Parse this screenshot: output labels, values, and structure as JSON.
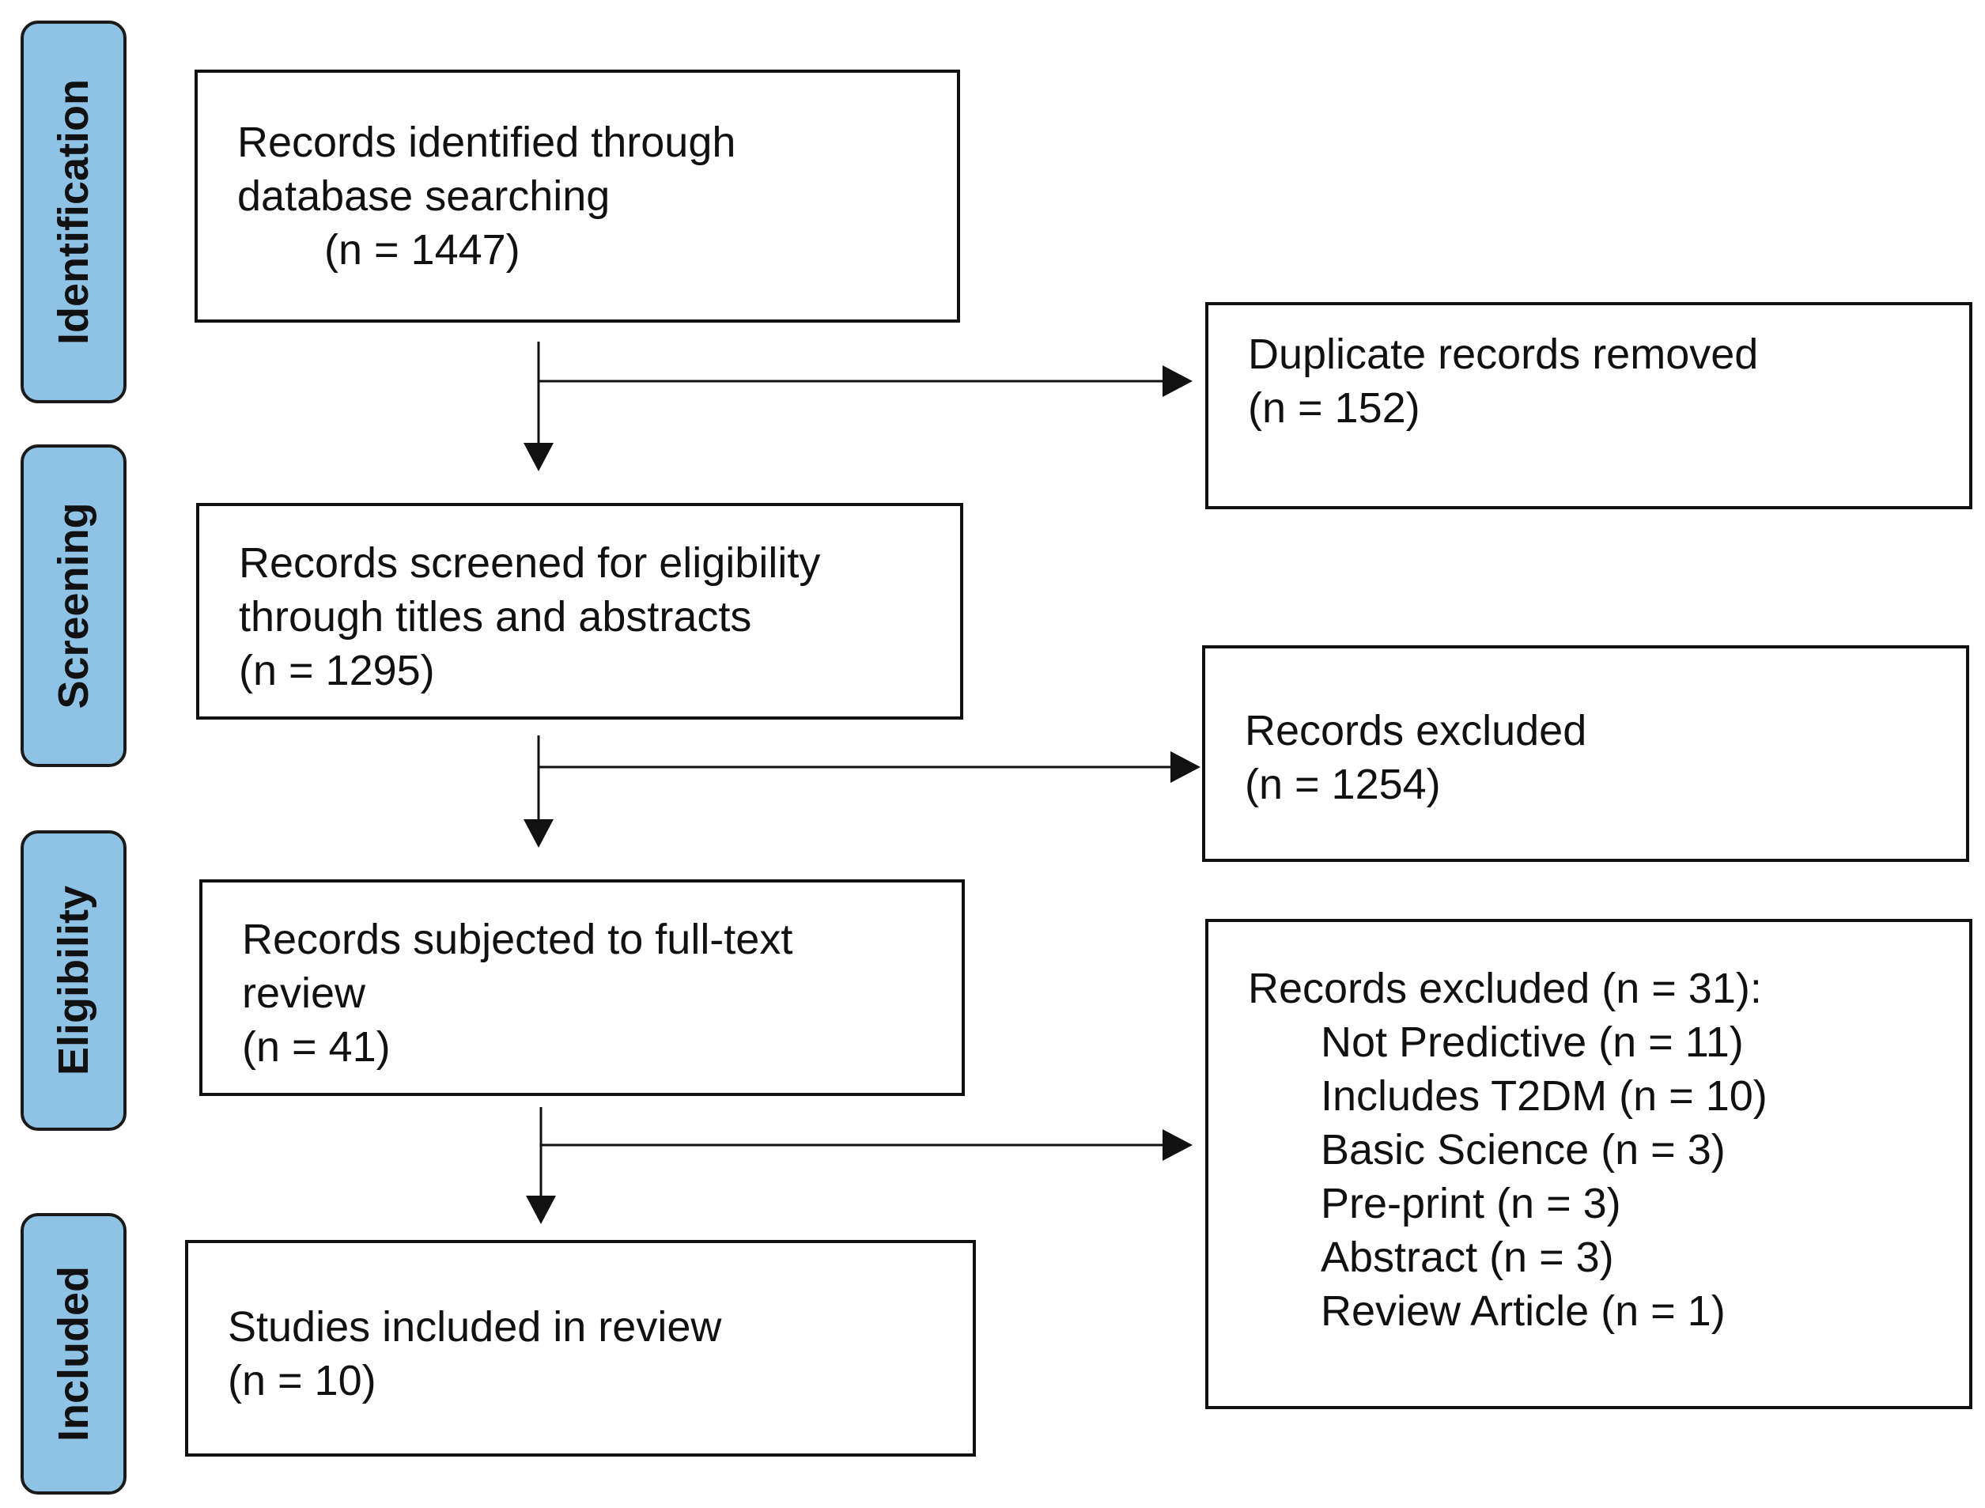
{
  "phases": {
    "identification": "Identification",
    "screening": "Screening",
    "eligibility": "Eligibility",
    "included": "Included"
  },
  "boxes": {
    "identified": {
      "line1": "Records identified through",
      "line2": "database searching",
      "line3": "(n = 1447)"
    },
    "duplicates": {
      "line1": "Duplicate records removed",
      "line2": "(n = 152)"
    },
    "screened": {
      "line1": "Records screened for eligibility",
      "line2": "through titles and abstracts",
      "line3": "(n = 1295)"
    },
    "excluded_screening": {
      "line1": "Records excluded",
      "line2": "(n = 1254)"
    },
    "full_text": {
      "line1": "Records subjected to full-text",
      "line2": "review",
      "line3": "(n = 41)"
    },
    "excluded_full_text": {
      "header": "Records excluded (n = 31):",
      "reasons": [
        "Not Predictive (n = 11)",
        "Includes T2DM (n = 10)",
        "Basic Science (n = 3)",
        "Pre-print (n = 3)",
        "Abstract (n = 3)",
        "Review Article (n = 1)"
      ]
    },
    "included": {
      "line1": "Studies included in review",
      "line2": "(n = 10)"
    }
  },
  "colors": {
    "phase_fill": "#8fc3e6",
    "stroke": "#111111"
  }
}
